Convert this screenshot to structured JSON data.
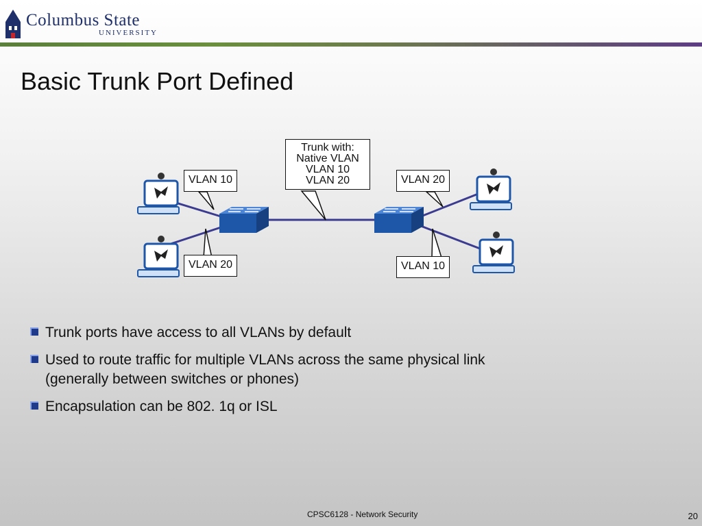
{
  "logo": {
    "name": "Columbus State",
    "sub": "UNIVERSITY"
  },
  "slide": {
    "title": "Basic Trunk Port Defined"
  },
  "diagram": {
    "callouts": [
      {
        "id": "left-top",
        "lines": [
          "VLAN 10"
        ]
      },
      {
        "id": "left-bottom",
        "lines": [
          "VLAN 20"
        ]
      },
      {
        "id": "trunk",
        "lines": [
          "Trunk with:",
          "Native VLAN",
          "VLAN 10",
          "VLAN 20"
        ]
      },
      {
        "id": "right-top",
        "lines": [
          "VLAN 20"
        ]
      },
      {
        "id": "right-bottom",
        "lines": [
          "VLAN 10"
        ]
      }
    ]
  },
  "bullets": [
    "Trunk ports have access to all VLANs by default",
    "Used to route traffic for multiple VLANs across the same physical link (generally between switches or phones)",
    "Encapsulation can be 802. 1q or ISL"
  ],
  "footer": {
    "course": "CPSC6128 - Network Security",
    "page": "20"
  },
  "colors": {
    "link": "#3b3b8f",
    "switch": "#1e56a8",
    "accent": "#1f3a8a"
  }
}
